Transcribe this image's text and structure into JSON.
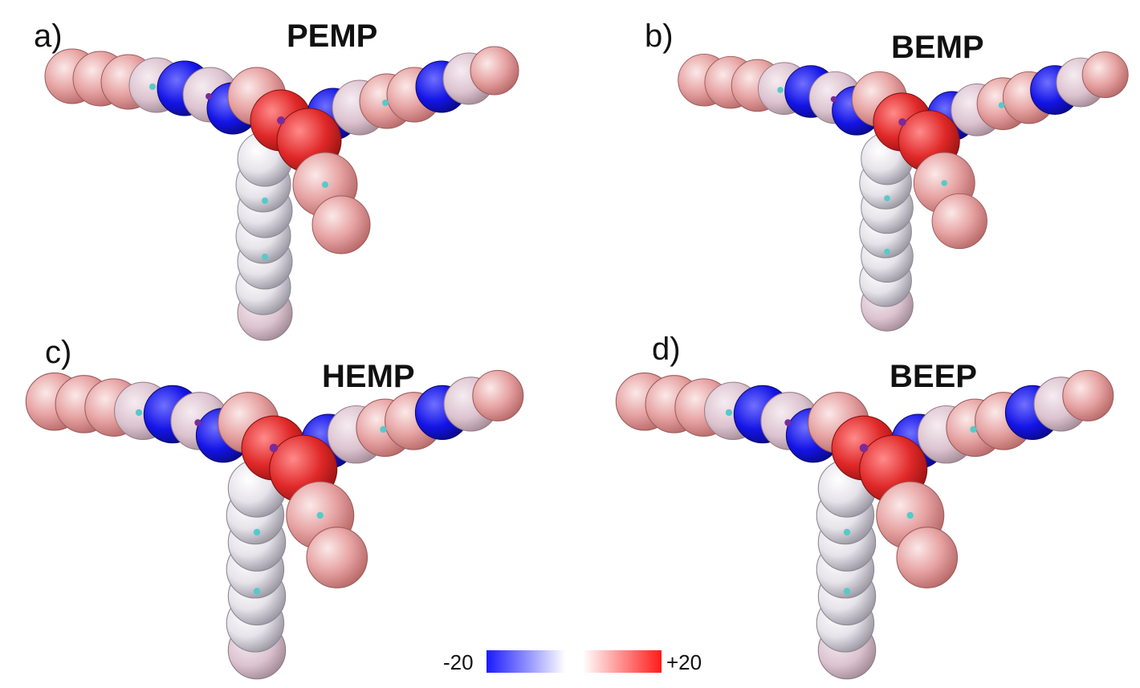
{
  "panels": [
    {
      "letter": "a)",
      "name": "PEMP"
    },
    {
      "letter": "b)",
      "name": "BEMP"
    },
    {
      "letter": "c)",
      "name": "HEMP"
    },
    {
      "letter": "d)",
      "name": "BEEP"
    }
  ],
  "colorbar": {
    "min_label": "-20",
    "max_label": "+20",
    "colors": {
      "negative": "#1a1aff",
      "neutral": "#ffffff",
      "positive": "#ff1a1a"
    }
  }
}
